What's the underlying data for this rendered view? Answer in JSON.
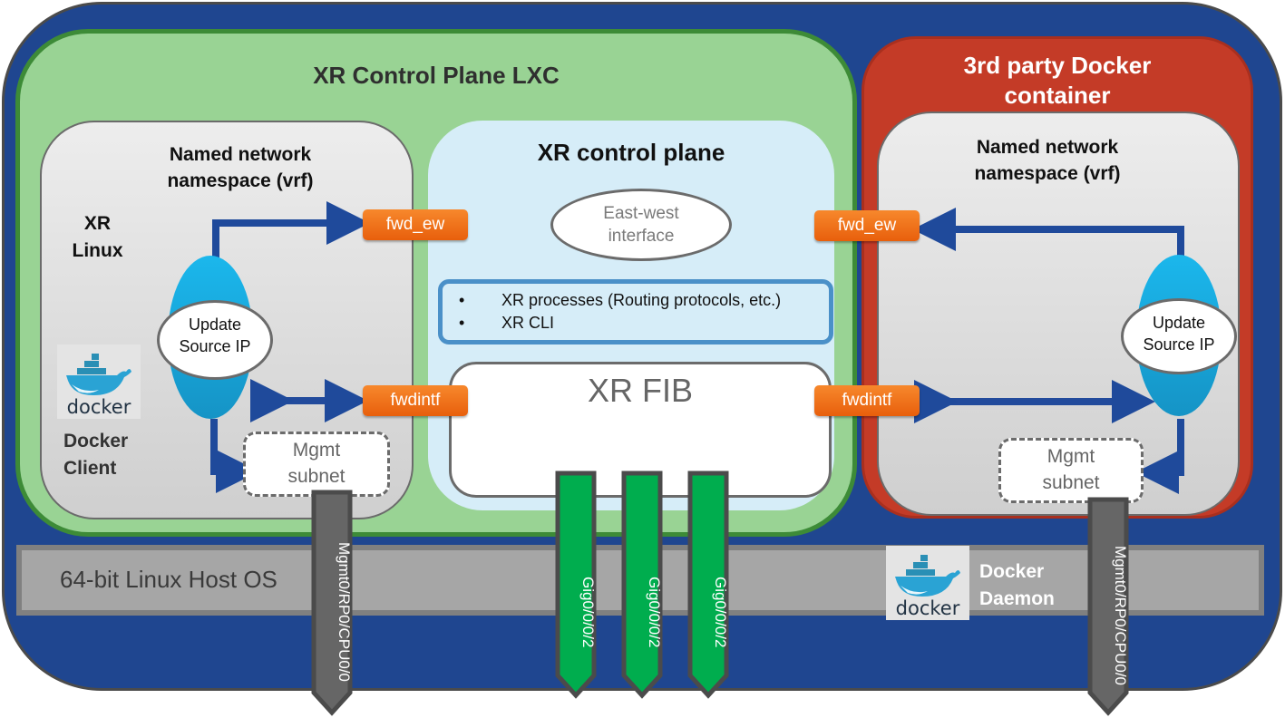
{
  "host": {
    "os_label": "64-bit Linux Host OS",
    "colors": {
      "host_blue": "#1f4690",
      "host_os_gray": "#a6a6a6"
    }
  },
  "lxc": {
    "title": "XR Control Plane LXC",
    "color": "#99d394",
    "namespace": {
      "title_line1": "Named network",
      "title_line2": "namespace (vrf)",
      "xr_linux_line1": "XR",
      "xr_linux_line2": "Linux",
      "docker_logo_text": "docker",
      "docker_client_line1": "Docker",
      "docker_client_line2": "Client",
      "update_source_line1": "Update",
      "update_source_line2": "Source IP",
      "mgmt_line1": "Mgmt",
      "mgmt_line2": "subnet"
    },
    "ports": {
      "ew": "fwd_ew",
      "intf": "fwdintf"
    }
  },
  "control_plane": {
    "title": "XR control plane",
    "east_west_line1": "East-west",
    "east_west_line2": "interface",
    "processes": [
      {
        "bullet": "•",
        "text": "XR processes (Routing protocols, etc.)"
      },
      {
        "bullet": "•",
        "text": "XR CLI"
      }
    ],
    "fib_label": "XR FIB"
  },
  "third_party": {
    "title_line1": "3rd party Docker",
    "title_line2": "container",
    "color": "#c43b27",
    "namespace": {
      "title_line1": "Named network",
      "title_line2": "namespace (vrf)",
      "update_source_line1": "Update",
      "update_source_line2": "Source IP",
      "mgmt_line1": "Mgmt",
      "mgmt_line2": "subnet"
    },
    "ports": {
      "ew": "fwd_ew",
      "intf": "fwdintf"
    }
  },
  "docker_daemon": {
    "logo_text": "docker",
    "label_line1": "Docker",
    "label_line2": "Daemon"
  },
  "interfaces": {
    "mgmt_left": "Mgmt0/RP0/CPU0/0",
    "mgmt_right": "Mgmt0/RP0/CPU0/0",
    "gig": [
      "Gig0/0/0/2",
      "Gig0/0/0/2",
      "Gig0/0/0/2"
    ],
    "colors": {
      "gig_green": "#00ad4e",
      "mgmt_gray": "#666666",
      "port_orange": "#f47a20"
    }
  }
}
